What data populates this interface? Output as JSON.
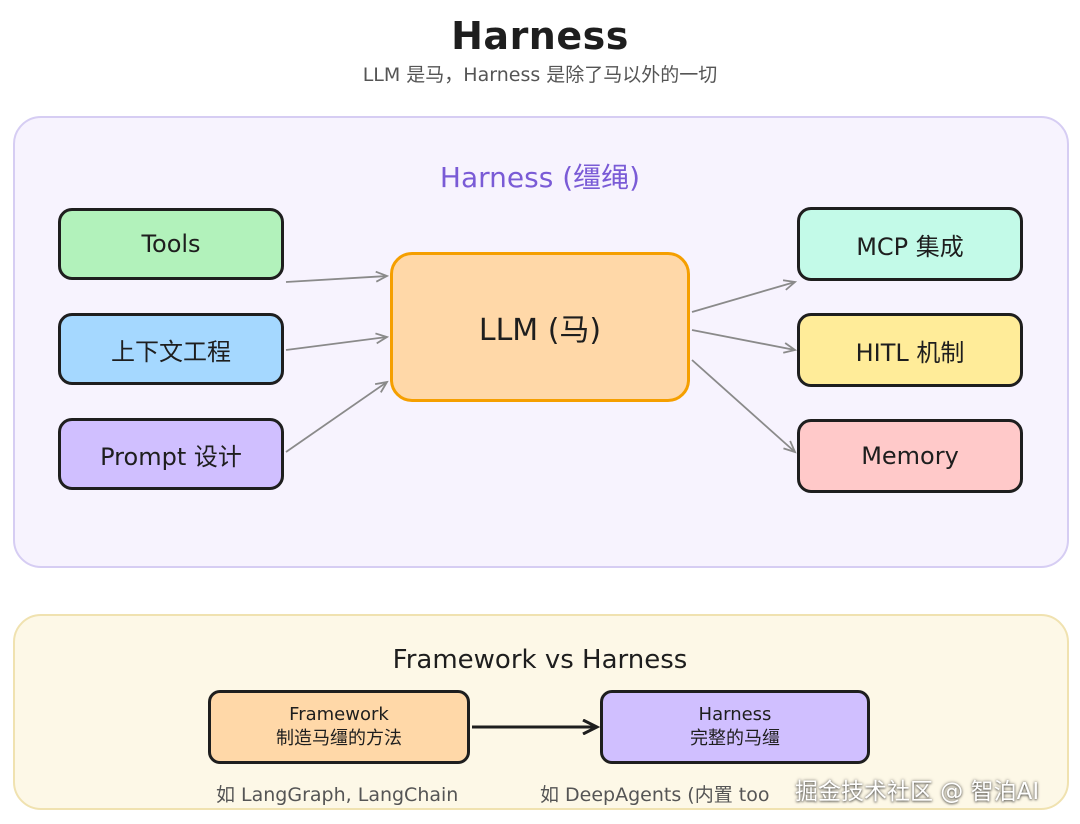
{
  "title": "Harness",
  "subtitle": "LLM 是马，Harness 是除了马以外的一切",
  "harness_panel": {
    "title": "Harness (缰绳)",
    "inputs": [
      "Tools",
      "上下文工程",
      "Prompt 设计"
    ],
    "center": "LLM (马)",
    "outputs": [
      "MCP 集成",
      "HITL 机制",
      "Memory"
    ]
  },
  "framework_panel": {
    "title": "Framework vs Harness",
    "framework_box": {
      "line1": "Framework",
      "line2": "制造马缰的方法"
    },
    "harness_box": {
      "line1": "Harness",
      "line2": "完整的马缰"
    },
    "framework_note": "如 LangGraph, LangChain",
    "harness_note": "如 DeepAgents (内置 too"
  },
  "watermark": "掘金技术社区 @ 智泊AI",
  "colors": {
    "accent_purple": "#7a5bd6",
    "tools": "#b2f2bb",
    "context": "#a5d8ff",
    "prompt": "#d0bfff",
    "llm": "#ffd8a8",
    "mcp": "#c3fae8",
    "hitl": "#ffec99",
    "memory": "#ffc9c9"
  }
}
